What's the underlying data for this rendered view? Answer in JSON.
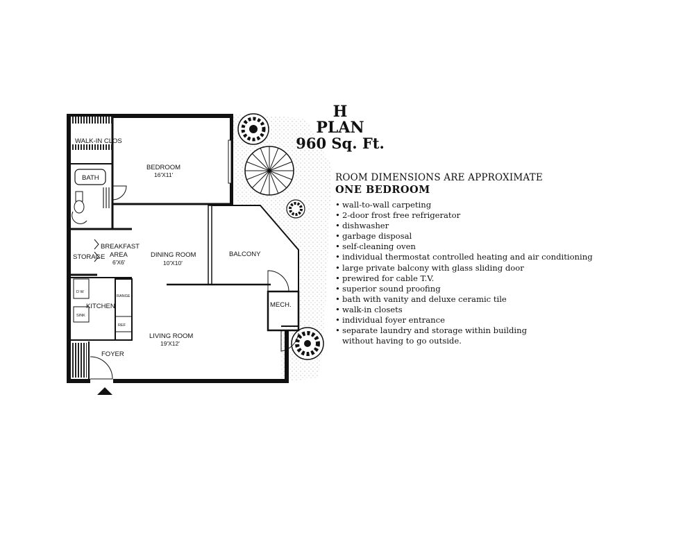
{
  "plan": {
    "letter": "H",
    "word": "PLAN",
    "area": "960 Sq. Ft."
  },
  "info": {
    "note": "ROOM DIMENSIONS ARE APPROXIMATE",
    "unit_type": "ONE BEDROOM",
    "features": [
      "wall-to-wall carpeting",
      "2-door frost free refrigerator",
      "dishwasher",
      "garbage disposal",
      "self-cleaning oven",
      "individual thermostat controlled heating and air conditioning",
      "large private balcony with glass sliding door",
      "prewired for cable T.V.",
      "superior sound proofing",
      "bath with vanity and deluxe ceramic tile",
      "walk-in closets",
      "individual foyer entrance",
      "separate laundry and storage within building"
    ],
    "feature_continuation": "without having to go outside."
  },
  "rooms": {
    "walk_in_closet": "WALK-IN CLOS",
    "bedroom": "BEDROOM",
    "bedroom_dim": "16'X11'",
    "bath": "BATH",
    "breakfast": "BREAKFAST",
    "breakfast_area": "AREA",
    "breakfast_dim": "6'X6'",
    "storage": "STORAGE",
    "dining": "DINING ROOM",
    "dining_dim": "10'X10'",
    "balcony": "BALCONY",
    "kitchen": "KITCHEN",
    "dw": "D W",
    "range": "RANGE",
    "sink": "SINK",
    "ref": "REF",
    "mech": "MECH.",
    "living": "LIVING ROOM",
    "living_dim": "19'X12'",
    "foyer": "FOYER"
  }
}
